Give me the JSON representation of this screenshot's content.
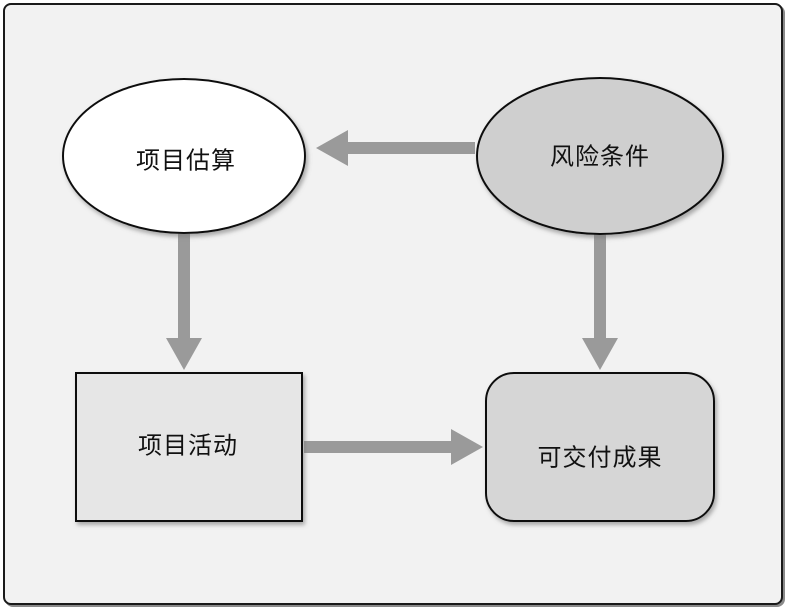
{
  "nodes": {
    "estimate": {
      "label": "项目估算",
      "shape": "ellipse",
      "fill": "#ffffff"
    },
    "risk": {
      "label": "风险条件",
      "shape": "ellipse",
      "fill": "#cfcfcf"
    },
    "activity": {
      "label": "项目活动",
      "shape": "rectangle",
      "fill": "#e6e6e6"
    },
    "deliverable": {
      "label": "可交付成果",
      "shape": "rounded-rectangle",
      "fill": "#d6d6d6"
    }
  },
  "edges": [
    {
      "from": "risk",
      "to": "estimate"
    },
    {
      "from": "estimate",
      "to": "activity"
    },
    {
      "from": "risk",
      "to": "deliverable"
    },
    {
      "from": "activity",
      "to": "deliverable"
    }
  ],
  "colors": {
    "arrow": "#9a9a9a",
    "stroke": "#111111",
    "frame_bg": "#f2f2f2"
  }
}
